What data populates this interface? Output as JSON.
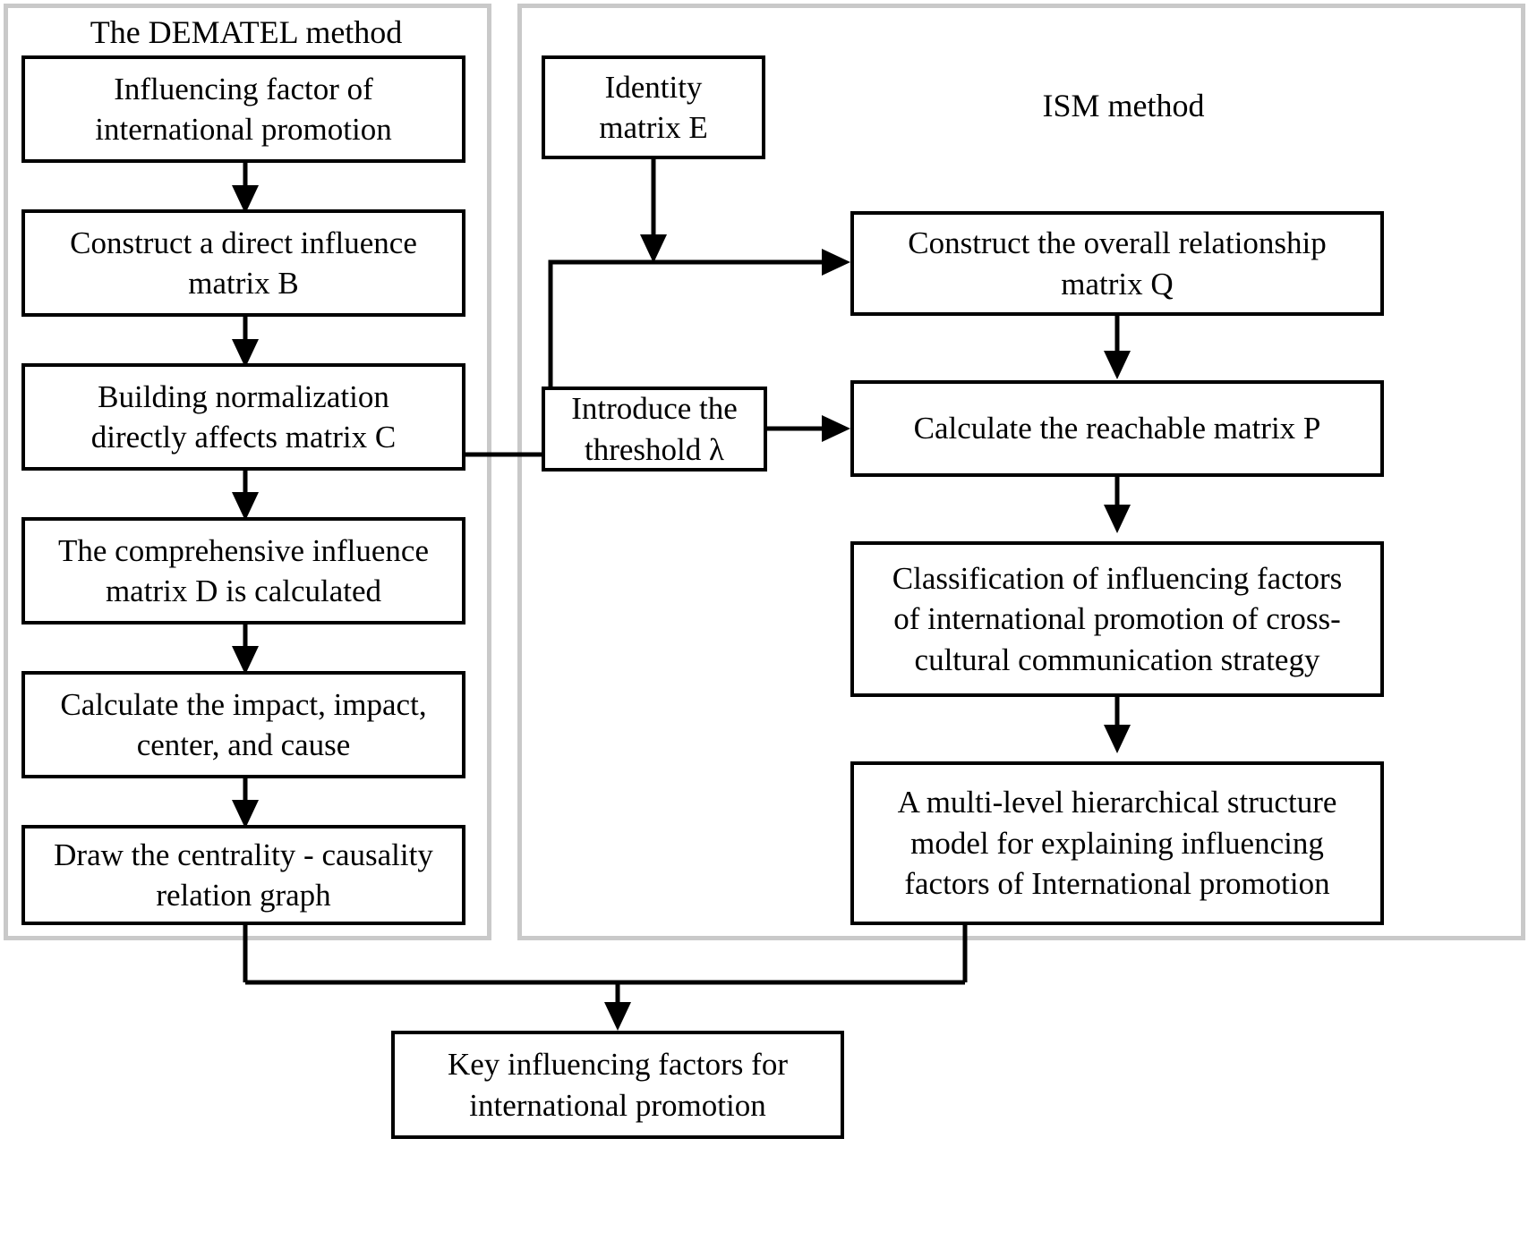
{
  "diagram": {
    "title_left": "The DEMATEL method",
    "title_right": "ISM method",
    "colors": {
      "panel_border": "#c9c9c9",
      "node_border": "#000000",
      "wire": "#000000",
      "background": "#ffffff",
      "text": "#000000"
    }
  },
  "groups": [
    {
      "id": "dematel",
      "label": "The DEMATEL method"
    },
    {
      "id": "ism",
      "label": "ISM method"
    }
  ],
  "nodes": {
    "n1": {
      "line1": "Influencing factor of",
      "line2": "international promotion"
    },
    "n2": {
      "line1": "Construct a direct influence",
      "line2": "matrix B"
    },
    "n3": {
      "line1": "Building normalization",
      "line2": "directly affects matrix C"
    },
    "n4": {
      "line1": "The comprehensive influence",
      "line2": "matrix D is calculated"
    },
    "n5": {
      "line1": "Calculate the impact, impact,",
      "line2": "center, and cause"
    },
    "n6": {
      "line1": "Draw the centrality - causality",
      "line2": "relation graph"
    },
    "n7": {
      "line1": "Identity",
      "line2": "matrix E"
    },
    "n8": {
      "line1": "Construct the overall relationship",
      "line2": "matrix Q"
    },
    "n9": {
      "line1": "Introduce the",
      "line2": "threshold λ"
    },
    "n10": {
      "line1": "Calculate the reachable matrix P",
      "line2": ""
    },
    "n11": {
      "line1": "Classification of influencing factors",
      "line2": "of international promotion of cross-",
      "line3": "cultural communication strategy"
    },
    "n12": {
      "line1": "A multi-level hierarchical structure",
      "line2": "model for explaining influencing",
      "line3": "factors of International promotion"
    },
    "n13": {
      "line1": "Key influencing factors for",
      "line2": "international promotion"
    }
  },
  "edges": [
    {
      "from": "n1",
      "to": "n2",
      "kind": "vertical-arrow"
    },
    {
      "from": "n2",
      "to": "n3",
      "kind": "vertical-arrow"
    },
    {
      "from": "n3",
      "to": "n4",
      "kind": "vertical-arrow"
    },
    {
      "from": "n4",
      "to": "n5",
      "kind": "vertical-arrow"
    },
    {
      "from": "n5",
      "to": "n6",
      "kind": "vertical-arrow"
    },
    {
      "from": "n3",
      "to": "n8",
      "kind": "elbow-right-arrow"
    },
    {
      "from": "n7",
      "to": "n8",
      "kind": "down-then-right-arrow"
    },
    {
      "from": "n8",
      "to": "n10",
      "kind": "vertical-arrow"
    },
    {
      "from": "n9",
      "to": "n10",
      "kind": "horizontal-arrow"
    },
    {
      "from": "n10",
      "to": "n11",
      "kind": "vertical-arrow"
    },
    {
      "from": "n11",
      "to": "n12",
      "kind": "vertical-arrow"
    },
    {
      "from": "n6",
      "to": "n13",
      "kind": "merge-down-arrow"
    },
    {
      "from": "n12",
      "to": "n13",
      "kind": "merge-down-arrow"
    }
  ]
}
